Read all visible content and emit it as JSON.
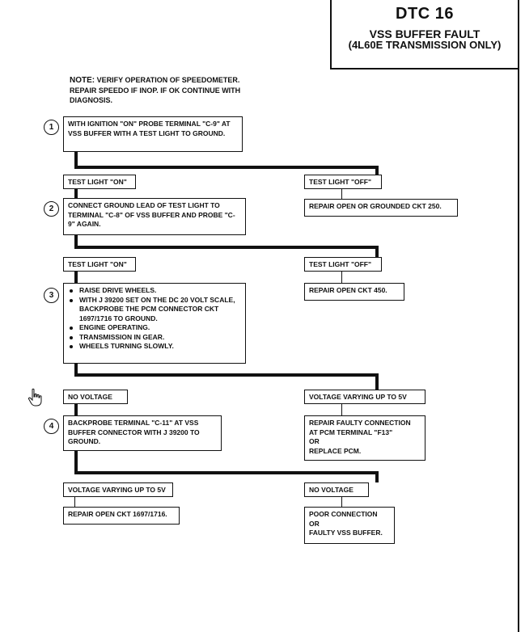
{
  "header": {
    "dtc": "DTC 16",
    "title": "VSS BUFFER FAULT",
    "subtitle": "(4L60E TRANSMISSION ONLY)"
  },
  "note": {
    "label": "NOTE:",
    "text": "VERIFY OPERATION OF SPEEDOMETER. REPAIR SPEEDO IF INOP. IF OK CONTINUE WITH DIAGNOSIS."
  },
  "steps": [
    {
      "num": "1",
      "text": "WITH IGNITION \"ON\" PROBE TERMINAL \"C-9\" AT VSS BUFFER WITH A TEST LIGHT TO GROUND."
    },
    {
      "num": "2",
      "text": "CONNECT GROUND LEAD OF TEST LIGHT TO TERMINAL \"C-8\" OF VSS BUFFER AND PROBE \"C-9\" AGAIN."
    },
    {
      "num": "3",
      "bullets": [
        "RAISE DRIVE WHEELS.",
        "WITH J 39200 SET ON THE DC 20 VOLT SCALE, BACKPROBE THE PCM CONNECTOR CKT 1697/1716 TO GROUND.",
        "ENGINE OPERATING.",
        "TRANSMISSION IN GEAR.",
        "WHEELS TURNING SLOWLY."
      ]
    },
    {
      "num": "4",
      "text": "BACKPROBE TERMINAL \"C-11\" AT VSS BUFFER CONNECTOR WITH J 39200 TO GROUND."
    }
  ],
  "results": {
    "r1_left": "TEST LIGHT \"ON\"",
    "r1_right": "TEST LIGHT \"OFF\"",
    "r1_right_action": "REPAIR OPEN OR GROUNDED CKT 250.",
    "r2_left": "TEST LIGHT \"ON\"",
    "r2_right": "TEST LIGHT \"OFF\"",
    "r2_right_action": "REPAIR OPEN CKT 450.",
    "r3_left": "NO VOLTAGE",
    "r3_right": "VOLTAGE VARYING UP TO 5V",
    "r3_right_action": [
      "REPAIR FAULTY CONNECTION",
      "AT PCM TERMINAL \"F13\"",
      "OR",
      "REPLACE PCM."
    ],
    "r4_left": "VOLTAGE VARYING UP TO 5V",
    "r4_left_action": "REPAIR OPEN CKT 1697/1716.",
    "r4_right": "NO VOLTAGE",
    "r4_right_action": [
      "POOR CONNECTION",
      "OR",
      "FAULTY VSS BUFFER."
    ]
  },
  "icons": {
    "cursor": "hand-pointer-icon"
  }
}
